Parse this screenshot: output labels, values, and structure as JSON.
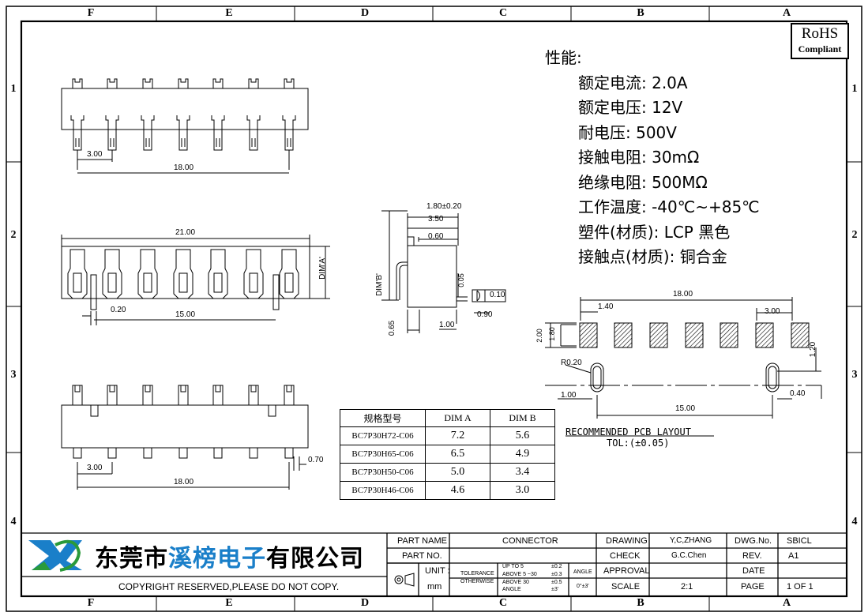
{
  "border": {
    "columns": [
      "F",
      "E",
      "D",
      "C",
      "B",
      "A"
    ],
    "rows": [
      "1",
      "2",
      "3",
      "4"
    ]
  },
  "rohs": {
    "line1": "RoHS",
    "line2": "Compliant"
  },
  "specs": {
    "heading": "性能:",
    "items": [
      "额定电流: 2.0A",
      "额定电压: 12V",
      "耐电压: 500V",
      "接触电阻: 30mΩ",
      "绝缘电阻: 500MΩ",
      "工作温度: -40℃~+85℃",
      "塑件(材质): LCP 黑色",
      "接触点(材质): 铜合金"
    ]
  },
  "dims": {
    "top": {
      "pitch": "3.00",
      "span": "18.00"
    },
    "front": {
      "overall": "21.00",
      "dim_a": "DIM'A'",
      "peg": "0.20",
      "peg_span": "15.00"
    },
    "side": {
      "d1": "1.80±0.20",
      "d2": "3.50",
      "d3": "0.60",
      "d4": "0.05",
      "d5": "0.10",
      "d6": "0.90",
      "d7": "1.00",
      "d8": "0.65",
      "dim_b": "DIM'B'"
    },
    "bottom": {
      "pitch": "3.00",
      "span": "18.00",
      "tail": "0.70"
    },
    "pcb": {
      "span": "18.00",
      "edge": "1.40",
      "pitch": "3.00",
      "pad_h": "2.00",
      "pad_w": "1.80",
      "r": "R0.20",
      "hole_off": "1.20",
      "left": "1.00",
      "hole_span": "15.00",
      "hole_w": "0.40"
    }
  },
  "pcb_layout": {
    "title": "RECOMMENDED PCB LAYOUT",
    "tol": "TOL:(±0.05)"
  },
  "dim_table": {
    "headers": [
      "规格型号",
      "DIM A",
      "DIM B"
    ],
    "rows": [
      [
        "BC7P30H72-C06",
        "7.2",
        "5.6"
      ],
      [
        "BC7P30H65-C06",
        "6.5",
        "4.9"
      ],
      [
        "BC7P30H50-C06",
        "5.0",
        "3.4"
      ],
      [
        "BC7P30H46-C06",
        "4.6",
        "3.0"
      ]
    ]
  },
  "company": {
    "name_pre": "东莞市",
    "name_mid": "溪榜电子",
    "name_post": "有限公司",
    "copyright": "COPYRIGHT RESERVED,PLEASE DO NOT COPY."
  },
  "title_block": {
    "part_name_label": "PART NAME",
    "part_name": "CONNECTOR",
    "part_no_label": "PART NO.",
    "unit_label": "UNIT :",
    "unit": "mm",
    "tol_label1": "TOLERANCE",
    "tol_label2": "OTHERWISE",
    "tol_r1": "UP TO 5",
    "tol_v1": "±0.2",
    "tol_r2": "ABOVE 5 ~30",
    "tol_v2": "±0.3",
    "tol_r3": "ABOVE 30",
    "tol_v3": "±0.5",
    "tol_r4": "ANGLE",
    "tol_v4": "±3'",
    "angle_label": "ANGLE",
    "angle_val": "0°±3'",
    "drawing_label": "DRAWING",
    "drawing": "Y,C,ZHANG",
    "check_label": "CHECK",
    "check": "G.C.Chen",
    "approval_label": "APPROVAL",
    "scale_label": "SCALE",
    "scale": "2:1",
    "dwgno_label": "DWG.No.",
    "dwgno": "SBICL",
    "rev_label": "REV.",
    "rev": "A1",
    "date_label": "DATE",
    "page_label": "PAGE",
    "page": "1 OF 1"
  }
}
